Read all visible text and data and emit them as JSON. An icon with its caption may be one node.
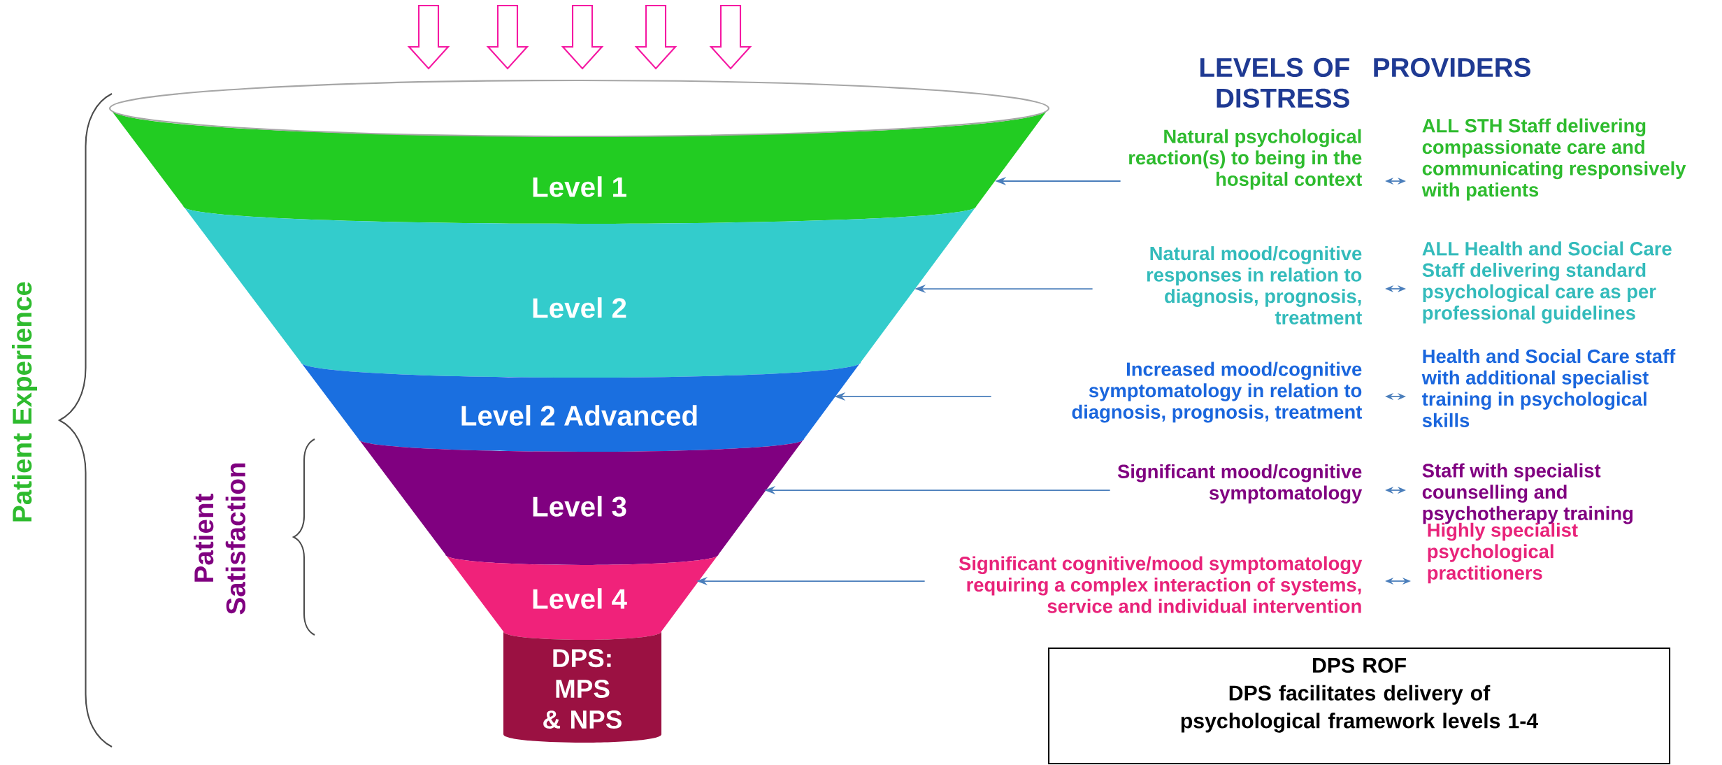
{
  "diagram": {
    "nodes": [
      {
        "text": [
          "Level 1"
        ]
      },
      {
        "text": [
          "Level 2"
        ]
      },
      {
        "text": [
          "Level 2 Advanced"
        ]
      },
      {
        "text": [
          "Level 3"
        ]
      },
      {
        "text": [
          "Level 4"
        ]
      },
      {
        "text": [
          "DPS: MPS & NPS"
        ]
      },
      {
        "text": [
          "Natural psychological reaction(s) to being in the hospital context"
        ]
      },
      {
        "text": [
          "Natural mood/cognitive responses in relation to diagnosis, prognosis, treatment"
        ]
      },
      {
        "text": [
          "Increased mood/cognitive symptomatology in relation to diagnosis, prognosis, treatment"
        ]
      },
      {
        "text": [
          "Significant mood/cognitive symptomatology"
        ]
      },
      {
        "text": [
          "Significant cognitive/mood symptomatology requiring a complex interaction of systems, service and individual intervention"
        ]
      },
      {
        "text": [
          "ALL STH Staff delivering compassionate care and communicating responsively with patients"
        ]
      },
      {
        "text": [
          "ALL Health and Social Care Staff delivering standard psychological care as per professional guidelines"
        ]
      },
      {
        "text": [
          "Health and Social Care staff with additional specialist training in psychological skills"
        ]
      },
      {
        "text": [
          "Staff with specialist counselling and psychotherapy training"
        ]
      },
      {
        "text": [
          "Highly specialist psychological practitioners"
        ]
      },
      {
        "text": [
          "DPS ROF",
          "DPS facilitates delivery of psychological framework levels 1-4"
        ]
      }
    ],
    "edges": [
      {
        "from": 6,
        "to": 0,
        "arrow": "to"
      },
      {
        "from": 7,
        "to": 1,
        "arrow": "to"
      },
      {
        "from": 8,
        "to": 2,
        "arrow": "to"
      },
      {
        "from": 9,
        "to": 3,
        "arrow": "to"
      },
      {
        "from": 10,
        "to": 4,
        "arrow": "to"
      },
      {
        "from": 6,
        "to": 11,
        "arrow": "both"
      },
      {
        "from": 7,
        "to": 12,
        "arrow": "both"
      },
      {
        "from": 8,
        "to": 13,
        "arrow": "both"
      },
      {
        "from": 9,
        "to": 14,
        "arrow": "both"
      },
      {
        "from": 10,
        "to": 15,
        "arrow": "both"
      }
    ],
    "labels": [
      "LEVELS OF DISTRESS",
      "PROVIDERS",
      "Patient Experience",
      "Patient Satisfaction"
    ]
  }
}
